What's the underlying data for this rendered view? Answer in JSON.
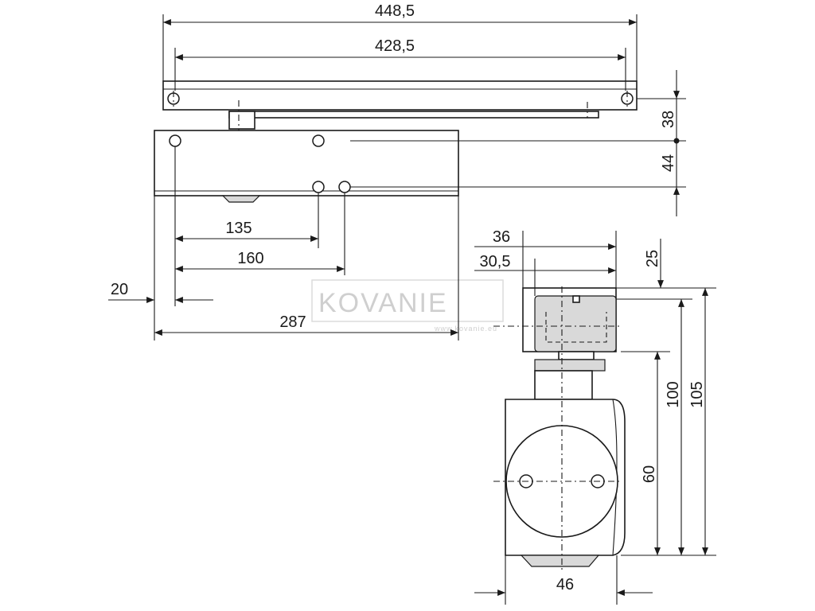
{
  "dimensions": {
    "arm_total": "448,5",
    "arm_holes": "428,5",
    "h_38": "38",
    "h_44": "44",
    "d_135": "135",
    "d_160": "160",
    "d_20": "20",
    "d_287": "287",
    "d_36": "36",
    "d_30_5": "30,5",
    "d_25": "25",
    "d_100": "100",
    "d_105": "105",
    "d_60": "60",
    "d_46": "46"
  },
  "watermark": {
    "text": "KOVANIE",
    "sub": "www.kovanie.eu"
  }
}
